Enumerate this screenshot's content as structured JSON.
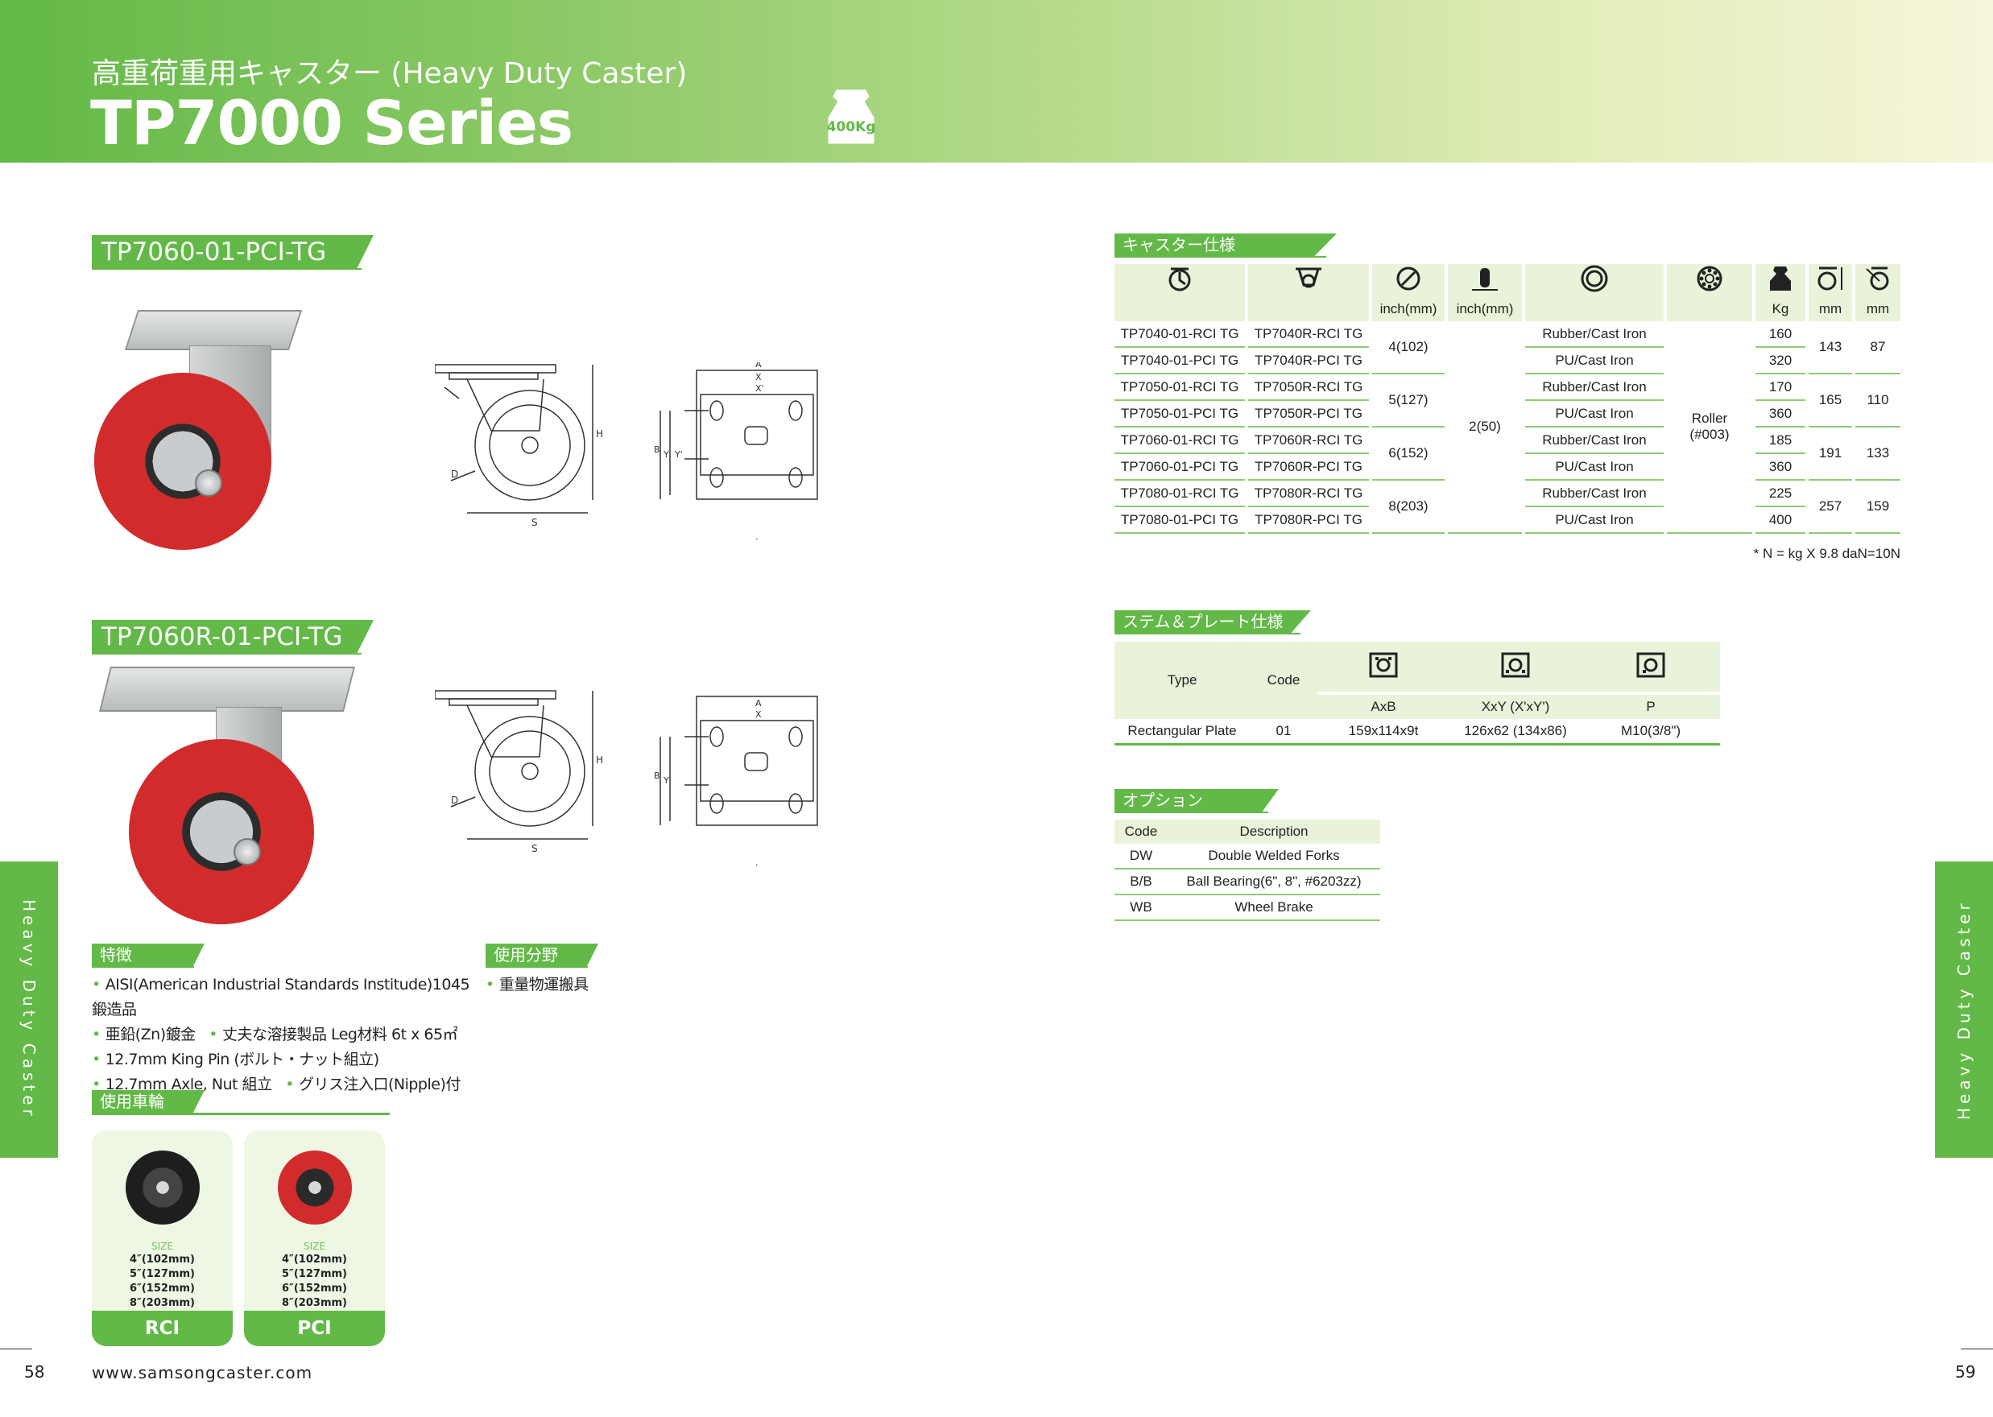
{
  "header": {
    "subtitle": "高重荷重用キャスター (Heavy Duty Caster)",
    "title": "TP7000 Series",
    "weight_badge": "400Kg"
  },
  "models": [
    {
      "label": "TP7060-01-PCI-TG"
    },
    {
      "label": "TP7060R-01-PCI-TG"
    }
  ],
  "drawing_labels": {
    "H": "H",
    "S": "S",
    "D": "D",
    "A": "A",
    "X": "X",
    "X2": "X'",
    "B": "B",
    "Y": "Y",
    "Y2": "Y'",
    "dot": "."
  },
  "features": {
    "title": "特徴",
    "items": [
      "AISI(American Industrial Standards Institude)1045 鍛造品",
      "亜鉛(Zn)鍍金",
      "丈夫な溶接製品 Leg材料 6t x 65㎡",
      "12.7mm King Pin (ボルト・ナット組立)",
      "12.7mm Axle, Nut 組立",
      "グリス注入口(Nipple)付"
    ]
  },
  "application": {
    "title": "使用分野",
    "items": [
      "重量物運搬具"
    ]
  },
  "wheels_used": {
    "title": "使用車輪",
    "size_title": "SIZE",
    "cards": [
      {
        "name": "RCI",
        "sizes": [
          "4″(102mm)",
          "5″(127mm)",
          "6″(152mm)",
          "8″(203mm)"
        ],
        "color": "#2b2b2b"
      },
      {
        "name": "PCI",
        "sizes": [
          "4″(102mm)",
          "5″(127mm)",
          "6″(152mm)",
          "8″(203mm)"
        ],
        "color": "#d22b2b"
      }
    ]
  },
  "caster_spec": {
    "title": "キャスター仕様",
    "unit_headers": {
      "wheel_dia": "inch(mm)",
      "width": "inch(mm)",
      "load": "Kg",
      "h": "mm",
      "s": "mm"
    },
    "rows": [
      {
        "swivel": "TP7040-01-RCI TG",
        "rigid": "TP7040R-RCI TG",
        "dia": "4(102)",
        "material": "Rubber/Cast Iron",
        "load": "160",
        "h": "143",
        "s": "87"
      },
      {
        "swivel": "TP7040-01-PCI TG",
        "rigid": "TP7040R-PCI TG",
        "material": "PU/Cast Iron",
        "load": "320"
      },
      {
        "swivel": "TP7050-01-RCI TG",
        "rigid": "TP7050R-RCI TG",
        "dia": "5(127)",
        "material": "Rubber/Cast Iron",
        "load": "170",
        "h": "165",
        "s": "110"
      },
      {
        "swivel": "TP7050-01-PCI TG",
        "rigid": "TP7050R-PCI TG",
        "material": "PU/Cast Iron",
        "load": "360"
      },
      {
        "swivel": "TP7060-01-RCI TG",
        "rigid": "TP7060R-RCI TG",
        "dia": "6(152)",
        "material": "Rubber/Cast Iron",
        "load": "185",
        "h": "191",
        "s": "133"
      },
      {
        "swivel": "TP7060-01-PCI TG",
        "rigid": "TP7060R-PCI TG",
        "material": "PU/Cast Iron",
        "load": "360"
      },
      {
        "swivel": "TP7080-01-RCI TG",
        "rigid": "TP7080R-RCI TG",
        "dia": "8(203)",
        "material": "Rubber/Cast Iron",
        "load": "225",
        "h": "257",
        "s": "159"
      },
      {
        "swivel": "TP7080-01-PCI TG",
        "rigid": "TP7080R-PCI TG",
        "material": "PU/Cast Iron",
        "load": "400"
      }
    ],
    "width_value": "2(50)",
    "bearing_value": "Roller",
    "bearing_code": "(#003)",
    "note": "* N = kg X 9.8  daN=10N"
  },
  "stem_plate": {
    "title": "ステム＆プレート仕様",
    "headers": {
      "type": "Type",
      "code": "Code",
      "axb": "AxB",
      "xxy": "XxY (X'xY')",
      "p": "P"
    },
    "row": {
      "type": "Rectangular Plate",
      "code": "01",
      "axb": "159x114x9t",
      "xxy": "126x62 (134x86)",
      "p": "M10(3/8\")"
    }
  },
  "options": {
    "title": "オプション",
    "headers": {
      "code": "Code",
      "desc": "Description"
    },
    "rows": [
      {
        "code": "DW",
        "desc": "Double Welded Forks"
      },
      {
        "code": "B/B",
        "desc": "Ball Bearing(6\", 8\", #6203zz)"
      },
      {
        "code": "WB",
        "desc": "Wheel Brake"
      }
    ]
  },
  "side_text": "Heavy Duty Caster",
  "footer": {
    "url": "www.samsongcaster.com",
    "page_left": "58",
    "page_right": "59"
  },
  "colors": {
    "brand_green": "#63b947",
    "light_green": "#e9f3da",
    "wheel_red": "#d22b2b"
  }
}
